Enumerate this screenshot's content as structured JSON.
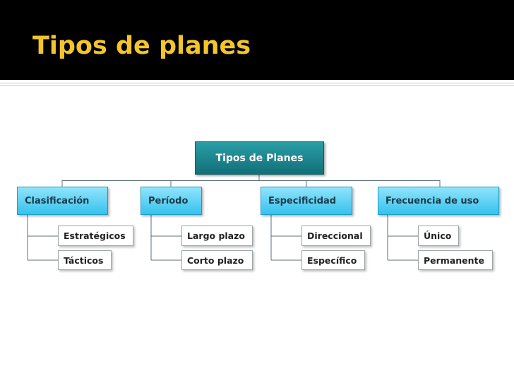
{
  "slide": {
    "title": "Tipos de planes"
  },
  "diagram": {
    "root": "Tipos de Planes",
    "categories": [
      {
        "label": "Clasificación",
        "items": [
          "Estratégicos",
          "Tácticos"
        ]
      },
      {
        "label": "Período",
        "items": [
          "Largo plazo",
          "Corto plazo"
        ]
      },
      {
        "label": "Especificidad",
        "items": [
          "Direccional",
          "Específico"
        ]
      },
      {
        "label": "Frecuencia de uso",
        "items": [
          "Único",
          "Permanente"
        ]
      }
    ]
  },
  "colors": {
    "header_background": "#000000",
    "title_text": "#f3c52b",
    "root_fill": "#1b8690",
    "category_fill": "#5fd3f5",
    "connector": "#5b6f7a"
  }
}
